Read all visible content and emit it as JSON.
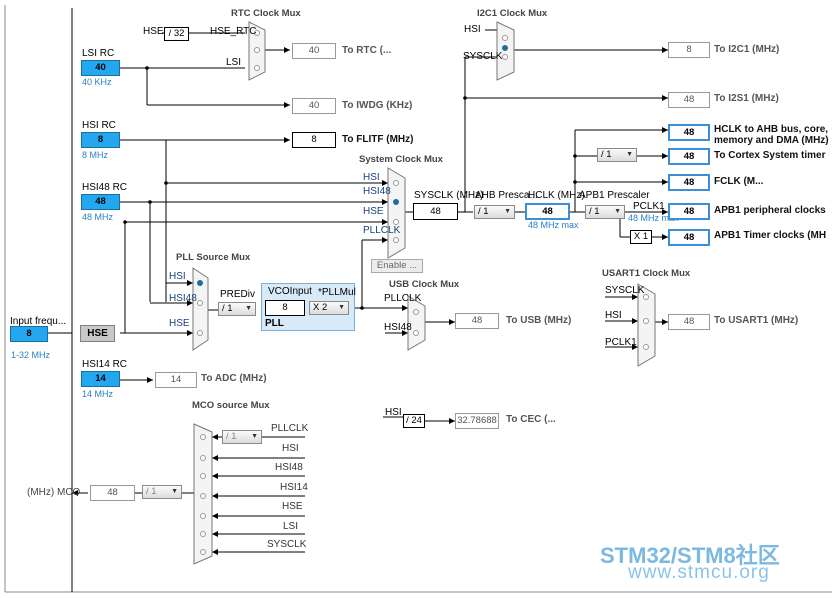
{
  "titles": {
    "rtc_mux": "RTC Clock Mux",
    "i2c1_mux": "I2C1 Clock Mux",
    "system_mux": "System Clock Mux",
    "pll_source_mux": "PLL Source Mux",
    "usb_mux": "USB Clock Mux",
    "usart1_mux": "USART1 Clock Mux",
    "mco_mux": "MCO source Mux"
  },
  "oscillators": {
    "lsi": {
      "label": "LSI RC",
      "value": "40",
      "freq": "40 KHz"
    },
    "hsi": {
      "label": "HSI RC",
      "value": "8",
      "freq": "8 MHz"
    },
    "hsi48": {
      "label": "HSI48 RC",
      "value": "48",
      "freq": "48 MHz"
    },
    "hsi14": {
      "label": "HSI14 RC",
      "value": "14",
      "freq": "14 MHz"
    },
    "input": {
      "label": "Input frequ...",
      "value": "8",
      "range": "1-32 MHz"
    }
  },
  "hse_button": "HSE",
  "rtc": {
    "hse_in": "HSE",
    "div": "/ 32",
    "hse_rtc": "HSE_RTC",
    "lsi": "LSI",
    "value": "40",
    "label": "To RTC (..."
  },
  "iwdg": {
    "value": "40",
    "label": "To IWDG (KHz)"
  },
  "flitf": {
    "value": "8",
    "label": "To FLITF (MHz)"
  },
  "i2c1": {
    "hsi": "HSI",
    "sysclk": "SYSCLK",
    "value": "8",
    "label": "To I2C1 (MHz)"
  },
  "i2s1": {
    "value": "48",
    "label": "To I2S1 (MHz)"
  },
  "system": {
    "hsi": "HSI",
    "hsi48": "HSI48",
    "hse": "HSE",
    "pllclk": "PLLCLK",
    "enable": "Enable ..."
  },
  "sysclk": {
    "label": "SYSCLK (MHz)",
    "value": "48"
  },
  "ahb": {
    "label": "AHB Presca...",
    "div": "/ 1"
  },
  "hclk": {
    "label": "HCLK (MHz)",
    "value": "48",
    "max": "48 MHz max"
  },
  "apb1": {
    "label": "APB1 Prescaler",
    "div": "/ 1",
    "pclk": "PCLK1",
    "max": "48 MHz max",
    "mul": "X 1"
  },
  "outputs": {
    "hclk_ahb": {
      "value": "48",
      "line1": "HCLK to AHB bus, core,",
      "line2": "memory and DMA (MHz)"
    },
    "cortex": {
      "div": "/ 1",
      "value": "48",
      "label": "To Cortex System timer"
    },
    "fclk": {
      "value": "48",
      "label": "FCLK (M..."
    },
    "apb1_periph": {
      "value": "48",
      "label": "APB1 peripheral clocks"
    },
    "apb1_timer": {
      "value": "48",
      "label": "APB1 Timer clocks (MH"
    }
  },
  "pll": {
    "hsi": "HSI",
    "hsi48": "HSI48",
    "hse": "HSE",
    "prediv_label": "PREDiv",
    "prediv": "/ 1",
    "vco_label": "VCOInput",
    "vco_value": "8",
    "mul_label": "*PLLMul",
    "mul": "X 2",
    "name": "PLL"
  },
  "usb": {
    "pllclk": "PLLCLK",
    "hsi48": "HSI48",
    "value": "48",
    "label": "To USB (MHz)"
  },
  "usart1": {
    "sysclk": "SYSCLK",
    "hsi": "HSI",
    "pclk1": "PCLK1",
    "value": "48",
    "label": "To USART1 (MHz)"
  },
  "adc": {
    "value": "14",
    "label": "To ADC (MHz)"
  },
  "cec": {
    "hsi": "HSI",
    "div": "/ 24",
    "value": "32.78688",
    "label": "To CEC (..."
  },
  "mco": {
    "div": "/ 1",
    "value": "48",
    "label": "(MHz) MCO",
    "inputs": [
      "PLLCLK",
      "HSI",
      "HSI48",
      "HSI14",
      "HSE",
      "LSI",
      "SYSCLK"
    ]
  },
  "watermark": {
    "line1": "STM32/STM8社区",
    "line2": "www.stmcu.org"
  },
  "colors": {
    "oscillator": "#23a8ef",
    "pll_bg": "#d8eaf7",
    "highlight_border": "#3a8fd6",
    "watermark": "#7bb9e0"
  }
}
